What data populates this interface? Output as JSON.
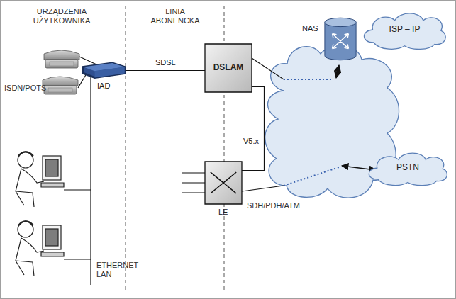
{
  "diagram": {
    "nodes": [
      {
        "text": [
          "IAD"
        ]
      },
      {
        "text": [
          "DSLAM"
        ]
      },
      {
        "text": [
          "LE"
        ]
      },
      {
        "text": [
          "NAS"
        ]
      },
      {
        "text": [
          "ISP – IP"
        ]
      },
      {
        "text": [
          "PSTN"
        ]
      }
    ],
    "edges": [
      {
        "from": 0,
        "to": 1,
        "label": "SDSL",
        "arrow": "none"
      },
      {
        "from": 1,
        "to": 2,
        "label": "V5.x",
        "arrow": "none"
      }
    ],
    "labels": [
      "URZĄDZENIA UŻYTKOWNIKA",
      "LINIA ABONENCKA",
      "ISDN/POTS",
      "ETHERNET LAN",
      "SDH/PDH/ATM"
    ]
  }
}
